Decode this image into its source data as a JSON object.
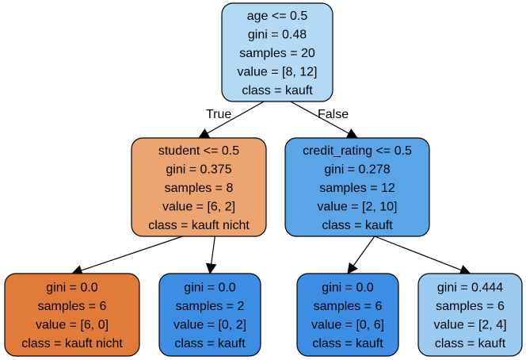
{
  "tree": {
    "edge_labels": {
      "true_label": "True",
      "false_label": "False"
    },
    "nodes": [
      {
        "id": "root",
        "lines": [
          "age <= 0.5",
          "gini = 0.48",
          "samples = 20",
          "value = [8, 12]",
          "class = kauft"
        ],
        "fill": "#b4d9f5"
      },
      {
        "id": "left",
        "lines": [
          "student <= 0.5",
          "gini = 0.375",
          "samples = 8",
          "value = [6, 2]",
          "class = kauft nicht"
        ],
        "fill": "#eca470"
      },
      {
        "id": "right",
        "lines": [
          "credit_rating <= 0.5",
          "gini = 0.278",
          "samples = 12",
          "value = [2, 10]",
          "class = kauft"
        ],
        "fill": "#5aa5e8"
      },
      {
        "id": "left-left",
        "lines": [
          "gini = 0.0",
          "samples = 6",
          "value = [6, 0]",
          "class = kauft nicht"
        ],
        "fill": "#e07b39"
      },
      {
        "id": "left-right",
        "lines": [
          "gini = 0.0",
          "samples = 2",
          "value = [0, 2]",
          "class = kauft"
        ],
        "fill": "#3c8ee5"
      },
      {
        "id": "right-left",
        "lines": [
          "gini = 0.0",
          "samples = 6",
          "value = [0, 6]",
          "class = kauft"
        ],
        "fill": "#3c8ee5"
      },
      {
        "id": "right-right",
        "lines": [
          "gini = 0.444",
          "samples = 6",
          "value = [2, 4]",
          "class = kauft"
        ],
        "fill": "#9ccbf2"
      }
    ],
    "edges": [
      {
        "from": "root",
        "to": "left"
      },
      {
        "from": "root",
        "to": "right"
      },
      {
        "from": "left",
        "to": "left-left"
      },
      {
        "from": "left",
        "to": "left-right"
      },
      {
        "from": "right",
        "to": "right-left"
      },
      {
        "from": "right",
        "to": "right-right"
      }
    ]
  }
}
